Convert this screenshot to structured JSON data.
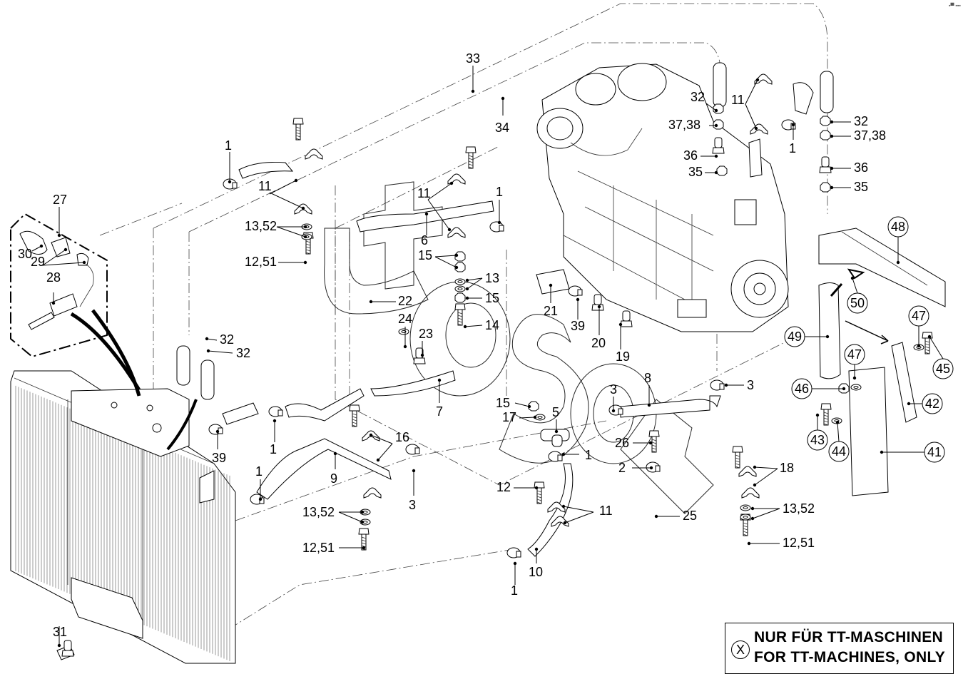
{
  "note": {
    "icon": "circle-x-icon",
    "symbol": "X",
    "line1": "NUR FÜR TT-MASCHINEN",
    "line2": "FOR TT-MACHINES, ONLY"
  },
  "corner_mark": "▪▀ ▪▪▪",
  "watermark_text": "utos",
  "callouts": {
    "c27": "27",
    "c30": "30",
    "c29": "29",
    "c28": "28",
    "c31": "31",
    "c1a": "1",
    "c11a": "11",
    "c1352a": "13,52",
    "c1251a": "12,51",
    "c33": "33",
    "c34": "34",
    "c11b": "11",
    "c1b": "1",
    "c6": "6",
    "c15a": "15",
    "c13": "13",
    "c15b": "15",
    "c14": "14",
    "c22": "22",
    "c24": "24",
    "c23": "23",
    "c7": "7",
    "c32a": "32",
    "c32b": "32",
    "c39a": "39",
    "c1c": "1",
    "c1d": "1",
    "c9": "9",
    "c16": "16",
    "c3a": "3",
    "c1352b": "13,52",
    "c1251b": "12,51",
    "c21": "21",
    "c39b": "39",
    "c20": "20",
    "c19": "19",
    "c15c": "15",
    "c17": "17",
    "c5": "5",
    "c3b": "3",
    "c8": "8",
    "c1e": "1",
    "c12": "12",
    "c11c": "11",
    "c10": "10",
    "c1f": "1",
    "c26": "26",
    "c2": "2",
    "c25": "25",
    "c3c": "3",
    "c18": "18",
    "c1352c": "13,52",
    "c1251c": "12,51",
    "c32c": "32",
    "c3738a": "37,38",
    "c36a": "36",
    "c35a": "35",
    "c11d": "11",
    "c1g": "1",
    "c32d": "32",
    "c3738b": "37,38",
    "c36b": "36",
    "c35b": "35"
  },
  "circled_callouts": {
    "c48": "48",
    "c50": "50",
    "c49": "49",
    "c47a": "47",
    "c47b": "47",
    "c45": "45",
    "c46": "46",
    "c42": "42",
    "c43": "43",
    "c44": "44",
    "c41": "41"
  }
}
